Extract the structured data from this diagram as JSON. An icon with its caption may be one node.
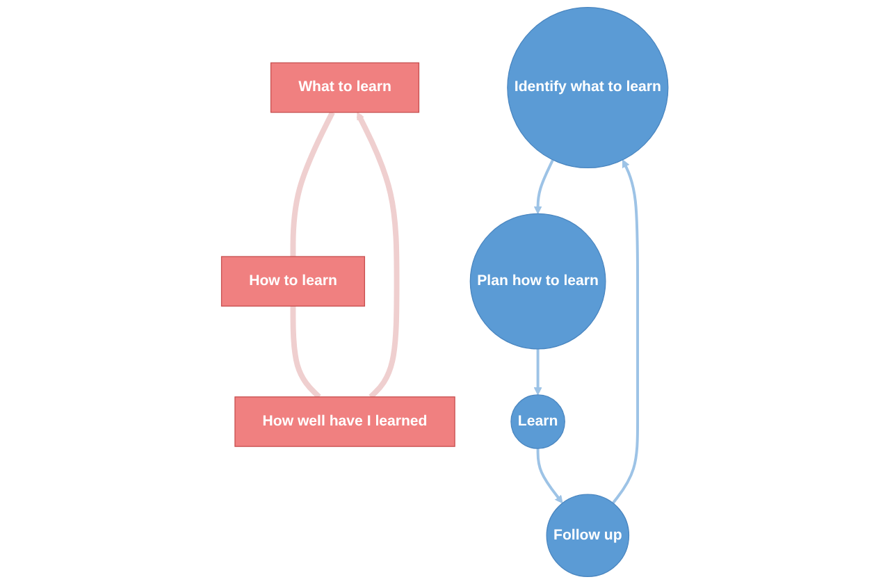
{
  "diagram": {
    "nodes": [
      {
        "text": [
          "What to learn"
        ]
      },
      {
        "text": [
          "Identify what to learn"
        ]
      },
      {
        "text": [
          "Plan how to learn"
        ]
      },
      {
        "text": [
          "Follow up"
        ]
      },
      {
        "text": [
          "How to learn"
        ]
      },
      {
        "text": [
          "How well have I learned"
        ]
      },
      {
        "text": [
          "Learn"
        ]
      }
    ],
    "edges": [
      {
        "from": 1,
        "to": 2,
        "arrow": "to"
      },
      {
        "from": 2,
        "to": 6,
        "arrow": "to"
      },
      {
        "from": 6,
        "to": 3,
        "arrow": "to"
      },
      {
        "from": 3,
        "to": 1,
        "arrow": "to"
      },
      {
        "from": 0,
        "to": 4,
        "arrow": "none",
        "style": "thick",
        "color": "#efcfcf"
      },
      {
        "from": 4,
        "to": 5,
        "arrow": "none",
        "style": "thick",
        "color": "#efcfcf"
      },
      {
        "from": 5,
        "to": 0,
        "arrow": "to",
        "style": "thick",
        "color": "#efcfcf"
      }
    ]
  }
}
